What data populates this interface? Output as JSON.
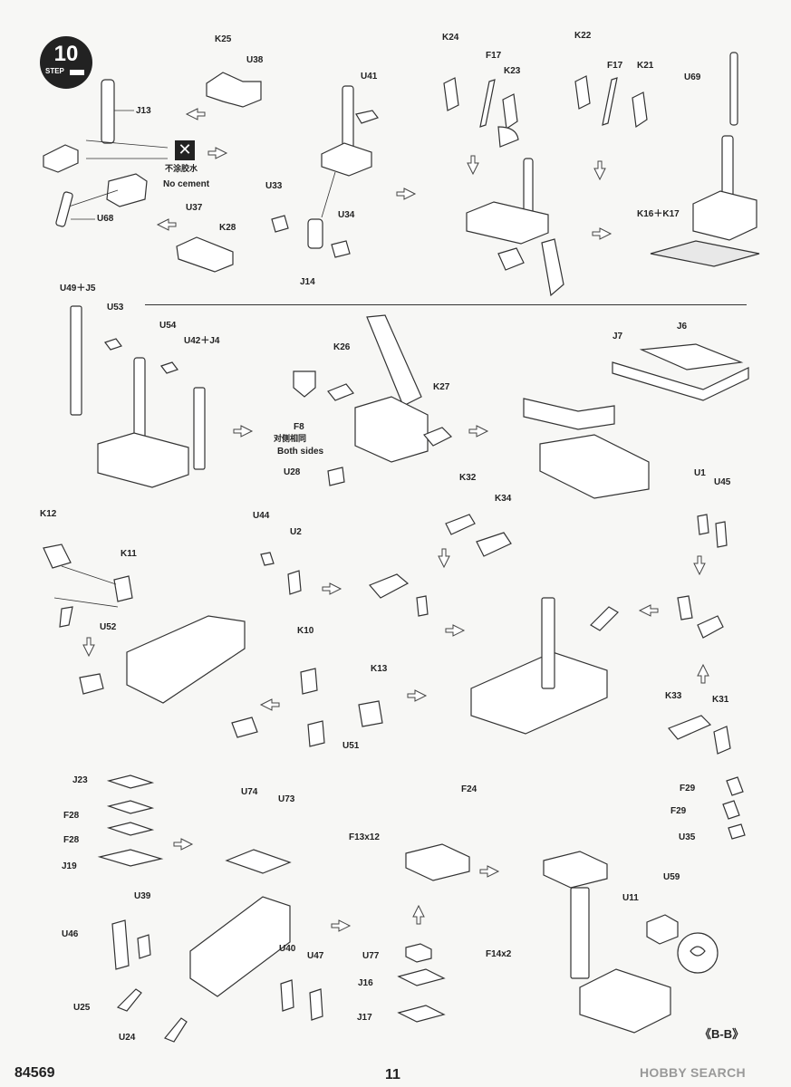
{
  "step": {
    "number": "10",
    "word": "STEP"
  },
  "notes": {
    "no_cement_cn": "不涂胶水",
    "no_cement_en": "No cement",
    "both_sides_cn": "对侧相同",
    "both_sides_en": "Both sides",
    "section": "《B-B》"
  },
  "footer": {
    "product_code": "84569",
    "page_number": "11",
    "watermark": "HOBBY SEARCH"
  },
  "labels": {
    "k25": "K25",
    "u38": "U38",
    "j13": "J13",
    "u68": "U68",
    "u37": "U37",
    "k28": "K28",
    "u41": "U41",
    "u33": "U33",
    "u34": "U34",
    "j14": "J14",
    "k24": "K24",
    "f17a": "F17",
    "k23": "K23",
    "k22": "K22",
    "f17b": "F17",
    "k21": "K21",
    "u69": "U69",
    "k16k17": "K16＋K17",
    "u49j5": "U49＋J5",
    "u53": "U53",
    "u54": "U54",
    "u42j4": "U42＋J4",
    "k26": "K26",
    "k27": "K27",
    "f8": "F8",
    "u28": "U28",
    "j7": "J7",
    "j6": "J6",
    "k12": "K12",
    "k11": "K11",
    "u52": "U52",
    "u44": "U44",
    "u2": "U2",
    "k32": "K32",
    "k34": "K34",
    "u1": "U1",
    "u45": "U45",
    "k10": "K10",
    "k13": "K13",
    "u51": "U51",
    "f24": "F24",
    "k33": "K33",
    "k31": "K31",
    "j23": "J23",
    "f28a": "F28",
    "f28b": "F28",
    "j19": "J19",
    "u74": "U74",
    "u73": "U73",
    "u39": "U39",
    "u46": "U46",
    "u25": "U25",
    "u24": "U24",
    "u40": "U40",
    "u47": "U47",
    "f13x12": "F13x12",
    "u77": "U77",
    "j16": "J16",
    "j17": "J17",
    "f29a": "F29",
    "f29b": "F29",
    "u35": "U35",
    "u59": "U59",
    "u11": "U11",
    "f14x2": "F14x2"
  },
  "colors": {
    "ink": "#222222",
    "paper": "#f7f7f5",
    "part_fill": "#ffffff",
    "watermark": "#999999"
  }
}
